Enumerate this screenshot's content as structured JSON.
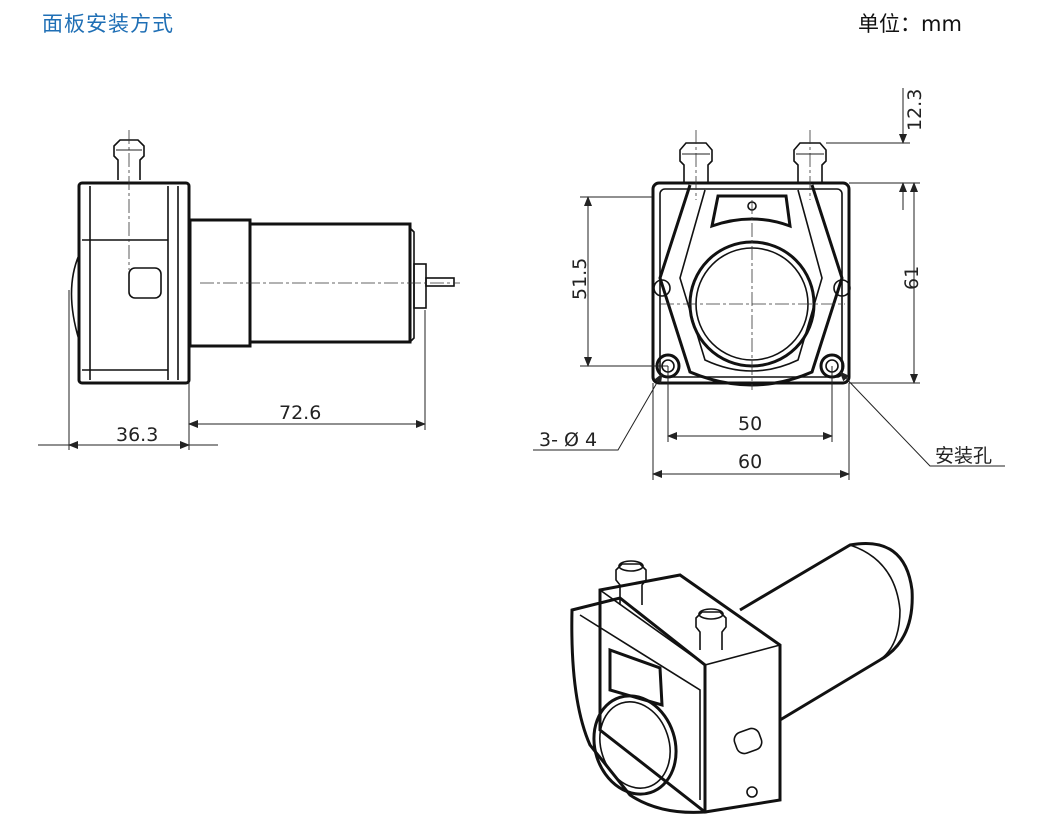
{
  "header": {
    "title": "面板安装方式",
    "unit": "单位：mm"
  },
  "side_view": {
    "dim_front": "36.3",
    "dim_length": "72.6"
  },
  "front_view": {
    "dim_top": "12.3",
    "dim_hole_pitch_v": "51.5",
    "dim_height": "61",
    "dim_hole_pitch_h": "50",
    "dim_width": "60",
    "holes_label": "3- Ø 4",
    "mount_label": "安装孔"
  }
}
